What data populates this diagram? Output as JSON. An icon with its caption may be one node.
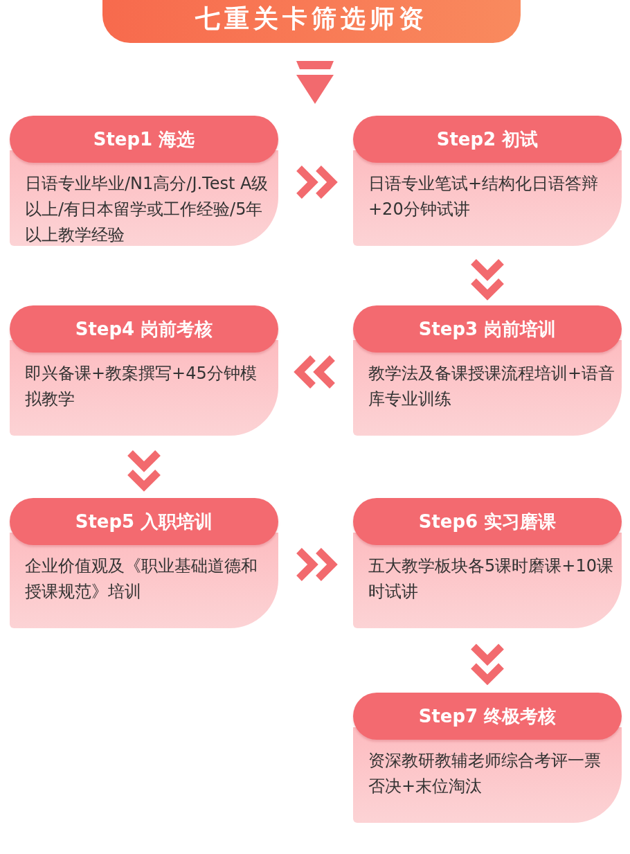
{
  "diagram": {
    "nodes": [
      {
        "text": [
          "七重关卡筛选师资"
        ]
      },
      {
        "text": [
          "Step1 海选",
          "日语专业毕业/N1高分/J.Test A级以上/有日本留学或工作经验/5年以上教学经验"
        ]
      },
      {
        "text": [
          "Step2 初试",
          "日语专业笔试+结构化日语答辩+20分钟试讲"
        ]
      },
      {
        "text": [
          "Step3 岗前培训",
          "教学法及备课授课流程培训+语音库专业训练"
        ]
      },
      {
        "text": [
          "Step4 岗前考核",
          "即兴备课+教案撰写+45分钟模拟教学"
        ]
      },
      {
        "text": [
          "Step5 入职培训",
          "企业价值观及《职业基础道德和授课规范》培训"
        ]
      },
      {
        "text": [
          "Step6 实习磨课",
          "五大教学板块各5课时磨课+10课时试讲"
        ]
      },
      {
        "text": [
          "Step7 终极考核",
          "资深教研教辅老师综合考评一票否决+末位淘汰"
        ]
      }
    ],
    "edges": [
      {
        "from": 1,
        "to": 2,
        "arrow": "to"
      },
      {
        "from": 2,
        "to": 3,
        "arrow": "to"
      },
      {
        "from": 3,
        "to": 4,
        "arrow": "to"
      },
      {
        "from": 4,
        "to": 5,
        "arrow": "to"
      },
      {
        "from": 5,
        "to": 6,
        "arrow": "to"
      },
      {
        "from": 6,
        "to": 7,
        "arrow": "to"
      }
    ]
  }
}
